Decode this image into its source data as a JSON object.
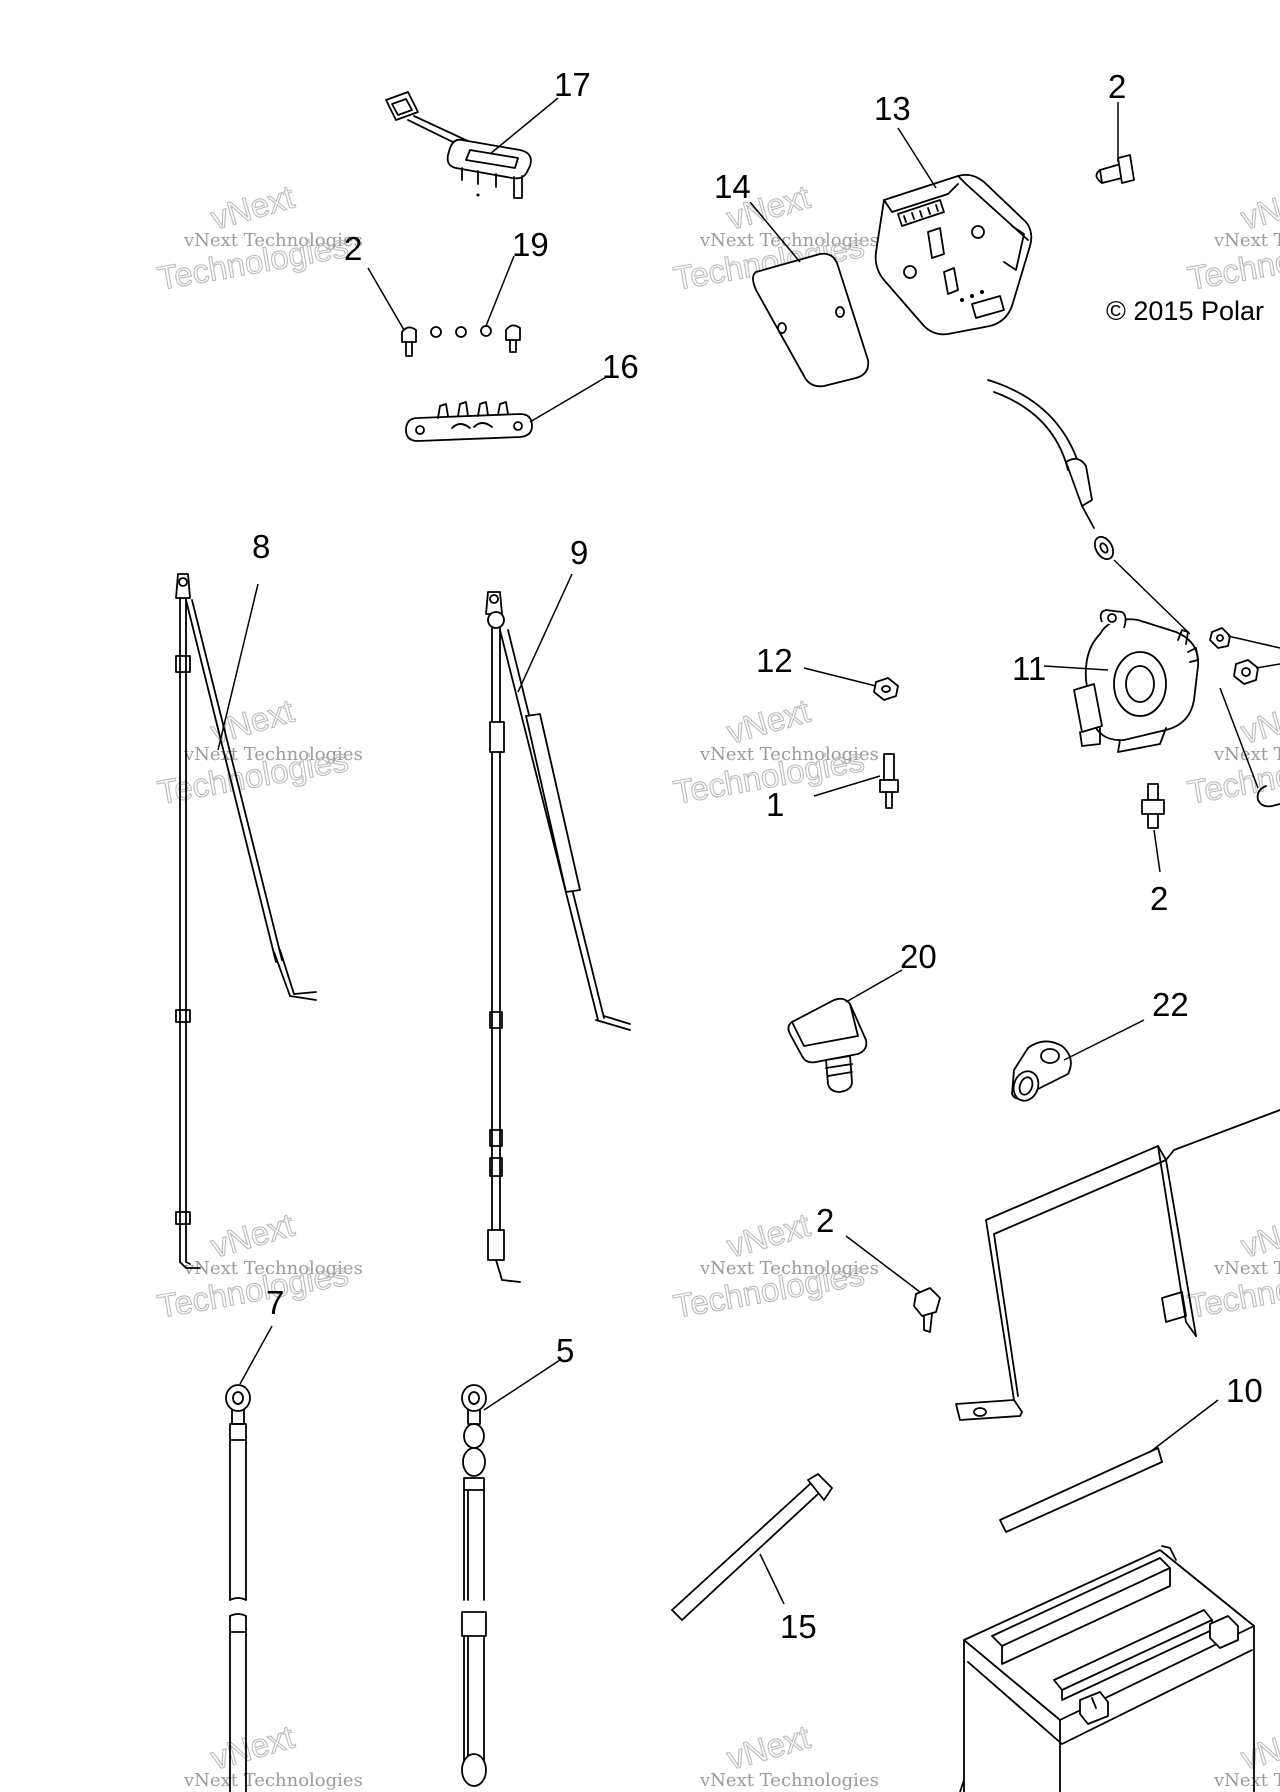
{
  "copyright": "© 2015 Polar",
  "watermark": {
    "caption": "vNext Technologies",
    "arc_text": "vNext",
    "big_text": "Technologies"
  },
  "callouts": [
    {
      "id": "p17",
      "label": "17"
    },
    {
      "id": "p13",
      "label": "13"
    },
    {
      "id": "p2a",
      "label": "2"
    },
    {
      "id": "p14",
      "label": "14"
    },
    {
      "id": "p2b",
      "label": "2"
    },
    {
      "id": "p19",
      "label": "19"
    },
    {
      "id": "p16",
      "label": "16"
    },
    {
      "id": "p8",
      "label": "8"
    },
    {
      "id": "p9",
      "label": "9"
    },
    {
      "id": "p12",
      "label": "12"
    },
    {
      "id": "p1",
      "label": "1"
    },
    {
      "id": "p11",
      "label": "11"
    },
    {
      "id": "p2c",
      "label": "2"
    },
    {
      "id": "p20",
      "label": "20"
    },
    {
      "id": "p22",
      "label": "22"
    },
    {
      "id": "p2d",
      "label": "2"
    },
    {
      "id": "p10",
      "label": "10"
    },
    {
      "id": "p15",
      "label": "15"
    },
    {
      "id": "p7",
      "label": "7"
    },
    {
      "id": "p5",
      "label": "5"
    }
  ]
}
